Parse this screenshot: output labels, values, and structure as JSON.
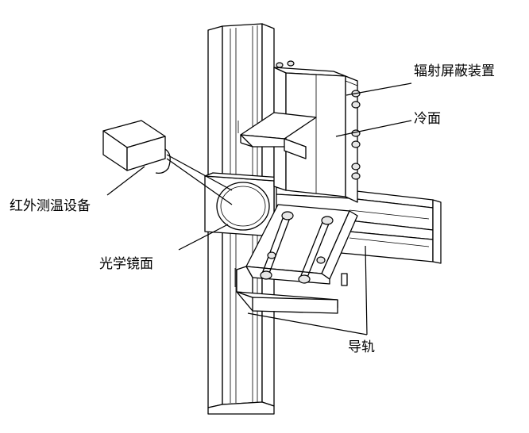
{
  "diagram": {
    "labels": {
      "radiation_shield": "辐射屏蔽装置",
      "cold_surface": "冷面",
      "infrared_device": "红外测温设备",
      "optical_mirror": "光学镜面",
      "guide_rail": "导轨"
    }
  }
}
